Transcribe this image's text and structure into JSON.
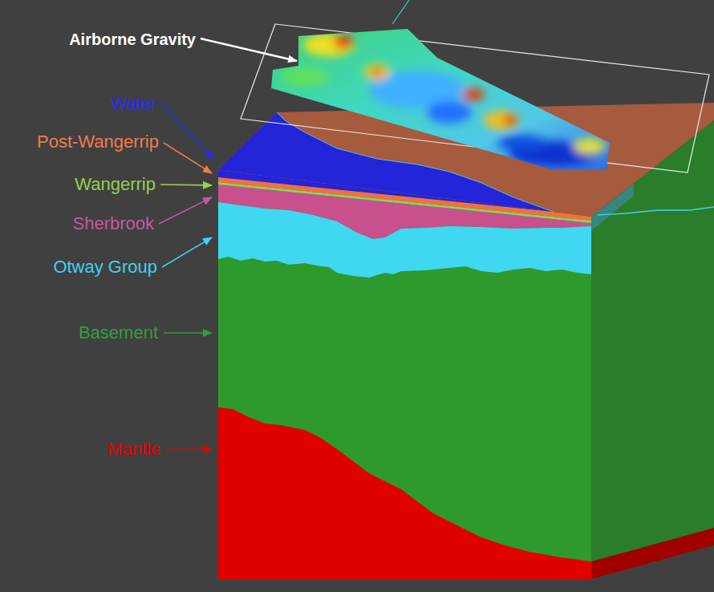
{
  "diagram": {
    "labels": [
      "Airborne Gravity",
      "Water",
      "Post-Wangerrip",
      "Wangerrip",
      "Sherbrook",
      "Otway Group",
      "Basement",
      "Mantle"
    ]
  }
}
